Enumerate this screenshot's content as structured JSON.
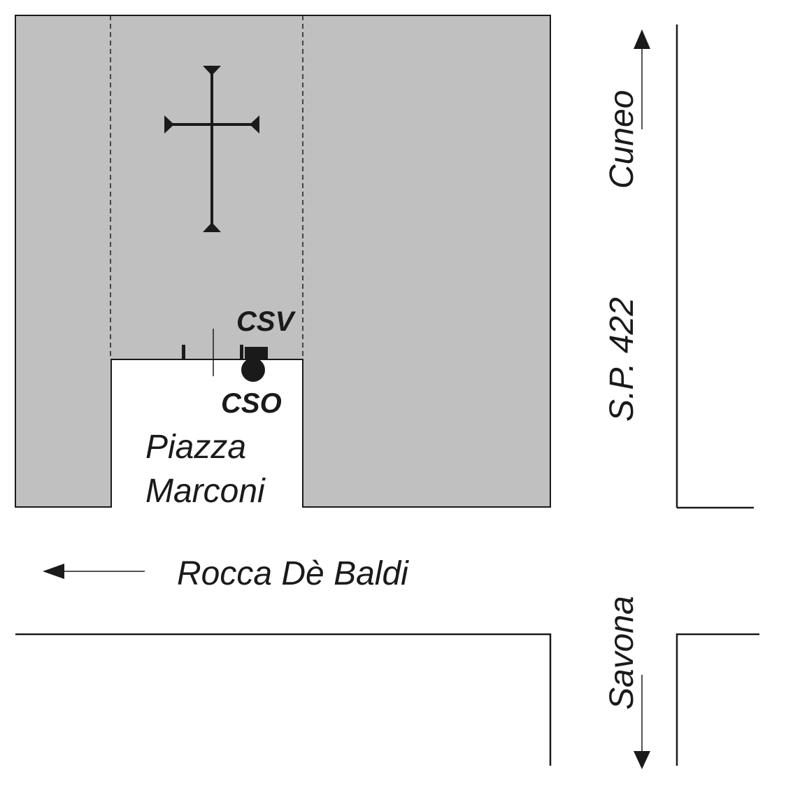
{
  "colors": {
    "block_fill": "#c0c0c0",
    "line": "#1a1a1a",
    "background": "#ffffff"
  },
  "labels": {
    "csv": "CSV",
    "cso": "CSO",
    "piazza_line1": "Piazza",
    "piazza_line2": "Marconi",
    "rocca": "Rocca Dè Baldi",
    "cuneo": "Cuneo",
    "sp422": "S.P. 422",
    "savona": "Savona"
  },
  "icons": {
    "church": "cross-icon",
    "csv": "csv-marker-icon",
    "cso": "cso-marker-icon"
  }
}
